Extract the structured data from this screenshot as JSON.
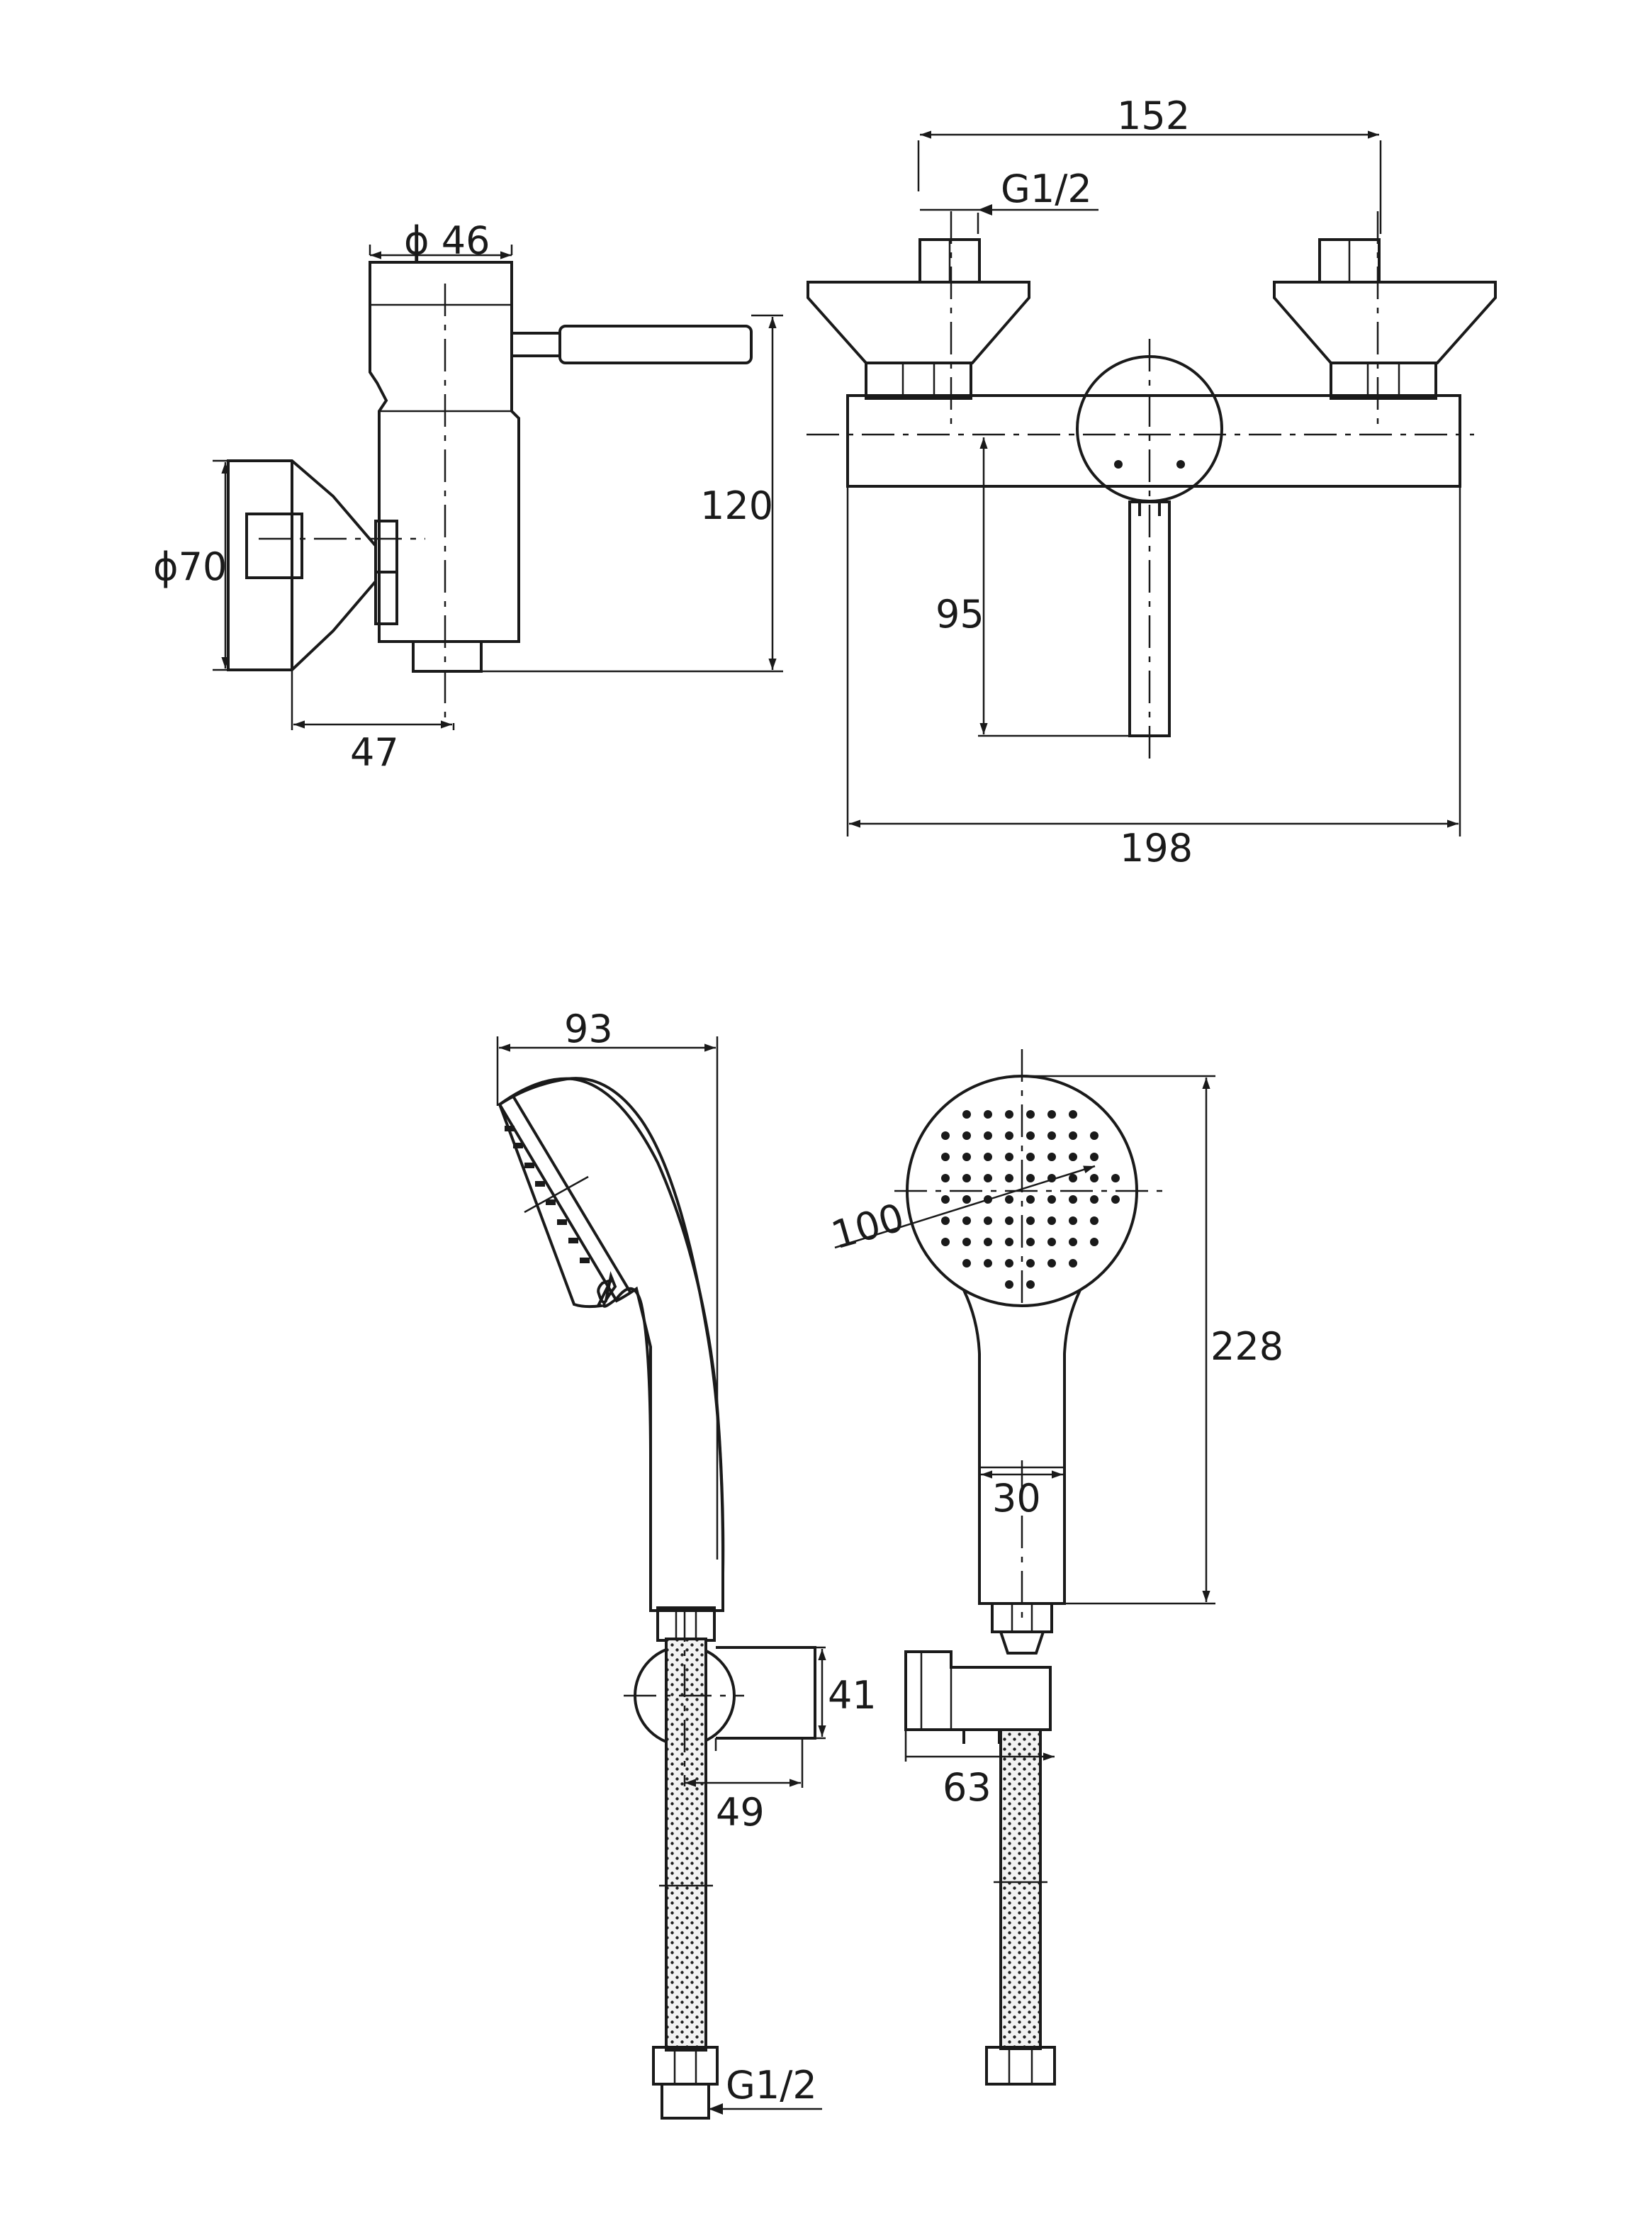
{
  "mixer_side_view": {
    "dims": {
      "top_diameter": "ϕ 46",
      "wall_diameter": "ϕ70",
      "depth": "47",
      "height": "120"
    }
  },
  "mixer_front_view": {
    "dims": {
      "centers": "152",
      "thread": "G1/2",
      "outlet_height": "95",
      "width": "198"
    }
  },
  "handshower_side_view": {
    "dims": {
      "length": "93",
      "holder_height": "41",
      "holder_depth": "49",
      "hose_thread": "G1/2"
    }
  },
  "handshower_front_view": {
    "dims": {
      "head_diameter": "100",
      "total_length": "228",
      "handle_width": "30",
      "holder_width": "63"
    }
  }
}
